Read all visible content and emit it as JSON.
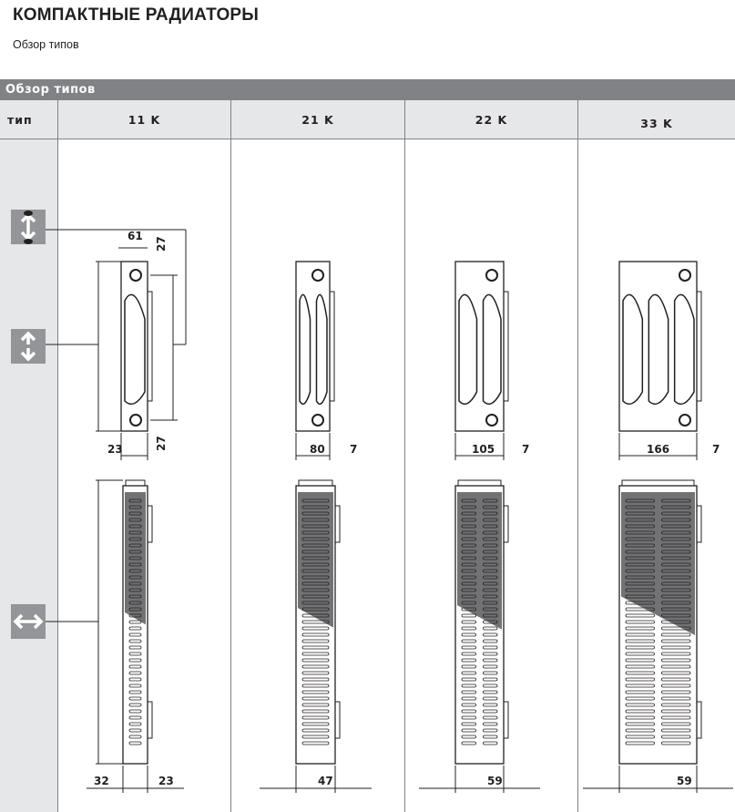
{
  "title": "КОМПАКТНЫЕ РАДИАТОРЫ",
  "subtitle": "Обзор типов",
  "section_bar": "Обзор типов",
  "table": {
    "row_header": "тип",
    "columns": [
      {
        "label": "11 K",
        "dims_top": [
          "61",
          "27",
          "27",
          "23"
        ],
        "dims_bottom": [
          "32",
          "23"
        ]
      },
      {
        "label": "21 K",
        "dims_top": [
          "80",
          "7"
        ],
        "dims_bottom": [
          "47"
        ]
      },
      {
        "label": "22 K",
        "dims_top": [
          "105",
          "7"
        ],
        "dims_bottom": [
          "59"
        ]
      },
      {
        "label": "33 K",
        "dims_top": [
          "166",
          "7"
        ],
        "dims_bottom": [
          "59"
        ]
      }
    ]
  },
  "icons": [
    "height-dimension-icon",
    "connection-distance-icon",
    "length-dimension-icon"
  ],
  "colors": {
    "bar": "#808285",
    "header_bg": "#e6e7e8",
    "icon_bg": "#939598",
    "line": "#231f20"
  }
}
